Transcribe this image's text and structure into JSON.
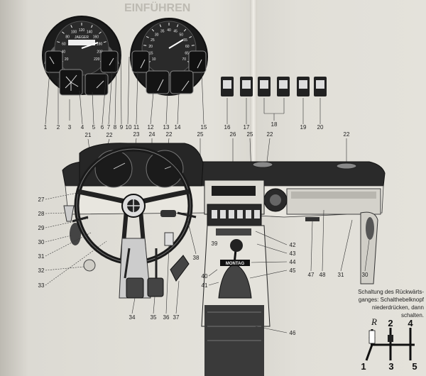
{
  "header": {
    "faded_title": "EINFÜHREN"
  },
  "callouts": {
    "top_row": [
      "1",
      "2",
      "3",
      "4",
      "5",
      "6",
      "7",
      "8",
      "9",
      "10",
      "11",
      "12",
      "13",
      "14",
      "15",
      "16",
      "17",
      "18",
      "19",
      "20"
    ],
    "upper_row": [
      "21",
      "22",
      "23",
      "24",
      "22",
      "25",
      "26",
      "22",
      "25",
      "22"
    ],
    "left_column": [
      "27",
      "28",
      "29",
      "30",
      "31",
      "32",
      "33"
    ],
    "bottom_row": [
      "34",
      "35",
      "36",
      "37",
      "38"
    ],
    "console": [
      "39",
      "40",
      "41",
      "42",
      "43",
      "44",
      "45",
      "46"
    ],
    "right_side": [
      "47",
      "48",
      "31",
      "30"
    ]
  },
  "gauges": {
    "speedometer_brand": "JAEGER",
    "speedometer_scale": [
      "20",
      "40",
      "60",
      "80",
      "100",
      "120",
      "140",
      "160",
      "180",
      "200",
      "220"
    ],
    "tachometer_scale": [
      "10",
      "15",
      "20",
      "25",
      "30",
      "35",
      "40",
      "45",
      "50",
      "55",
      "60",
      "65",
      "70"
    ],
    "console_badge": "MONTAG"
  },
  "caption": {
    "lines": [
      "Schaltung des Rückwärts-",
      "ganges: Schalthebelknopf",
      "niederdrücken, dann",
      "schalten."
    ]
  },
  "gear_pattern": {
    "labels": [
      "R",
      "2",
      "4",
      "1",
      "3",
      "5"
    ]
  },
  "colors": {
    "paper": "#e2e0d9",
    "ink": "#1a1a1a",
    "gauge_face": "#1e1e1e"
  }
}
